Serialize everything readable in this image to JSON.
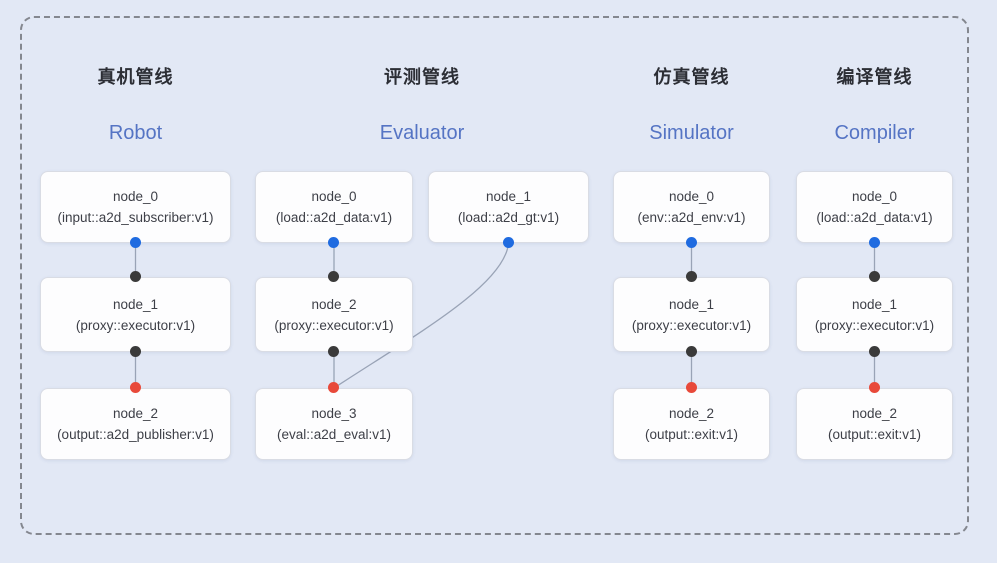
{
  "canvas": {
    "bg": "#e2e8f5",
    "frame_border_color": "#84878f"
  },
  "colors": {
    "blue_port": "#1f6be0",
    "black_port": "#3a3a3a",
    "red_port": "#e8493a",
    "edge": "#99a3b6",
    "title_en": "#5574c4",
    "title_zh": "#2c2e35",
    "node_bg": "#fdfdfe",
    "node_border": "#d9dce4"
  },
  "pipelines": [
    {
      "title_zh": "真机管线",
      "title_en": "Robot",
      "nodes": [
        {
          "name": "node_0",
          "type": "(input::a2d_subscriber:v1)"
        },
        {
          "name": "node_1",
          "type": "(proxy::executor:v1)"
        },
        {
          "name": "node_2",
          "type": "(output::a2d_publisher:v1)"
        }
      ]
    },
    {
      "title_zh": "评测管线",
      "title_en": "Evaluator",
      "nodes": [
        {
          "name": "node_0",
          "type": "(load::a2d_data:v1)"
        },
        {
          "name": "node_1",
          "type": "(load::a2d_gt:v1)"
        },
        {
          "name": "node_2",
          "type": "(proxy::executor:v1)"
        },
        {
          "name": "node_3",
          "type": "(eval::a2d_eval:v1)"
        }
      ]
    },
    {
      "title_zh": "仿真管线",
      "title_en": "Simulator",
      "nodes": [
        {
          "name": "node_0",
          "type": "(env::a2d_env:v1)"
        },
        {
          "name": "node_1",
          "type": "(proxy::executor:v1)"
        },
        {
          "name": "node_2",
          "type": "(output::exit:v1)"
        }
      ]
    },
    {
      "title_zh": "编译管线",
      "title_en": "Compiler",
      "nodes": [
        {
          "name": "node_0",
          "type": "(load::a2d_data:v1)"
        },
        {
          "name": "node_1",
          "type": "(proxy::executor:v1)"
        },
        {
          "name": "node_2",
          "type": "(output::exit:v1)"
        }
      ]
    }
  ]
}
